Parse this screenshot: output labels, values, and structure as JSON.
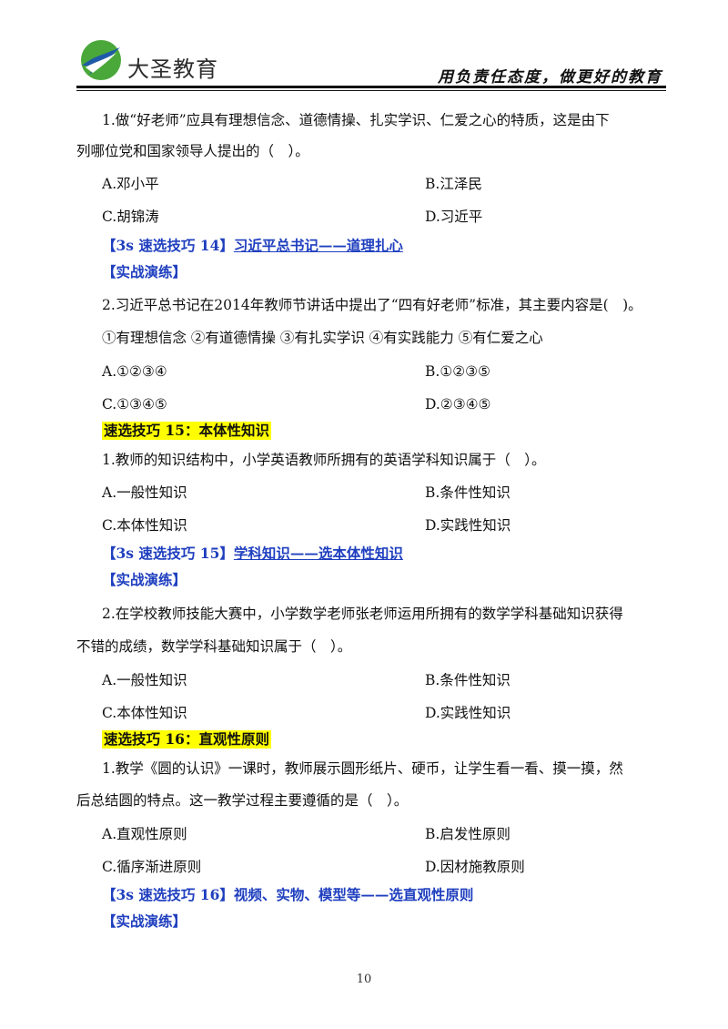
{
  "header": {
    "brand": "大圣教育",
    "slogan": "用负责任态度，做更好的教育",
    "colors": {
      "logo_green": "#4aa83a",
      "logo_blue": "#1f5aa8",
      "link_blue": "#1f3fbf",
      "highlight": "#ffff00"
    }
  },
  "lines": {
    "l01": "1.做“好老师”应具有理想信念、道德情操、扎实学识、仁爱之心的特质，这是由下",
    "l02": "列哪位党和国家领导人提出的（　）。",
    "l03a": "A.邓小平",
    "l03b": "B.江泽民",
    "l04a": "C.胡锦涛",
    "l04b": "D.习近平",
    "l05_prefix": "【3s 速选技巧 14】",
    "l05_link": "习近平总书记——道理扎心",
    "l06": "【实战演练】",
    "l07": "2.习近平总书记在2014年教师节讲话中提出了“四有好老师”标准，其主要内容是(　)。",
    "l08": "①有理想信念 ②有道德情操 ③有扎实学识 ④有实践能力 ⑤有仁爱之心",
    "l09a": "A.①②③④",
    "l09b": "B.①②③⑤",
    "l10a": "C.①③④⑤",
    "l10b": "D.②③④⑤",
    "l11": "速选技巧 15：本体性知识",
    "l12": "1.教师的知识结构中，小学英语教师所拥有的英语学科知识属于（　）。",
    "l13a": "A.一般性知识",
    "l13b": "B.条件性知识",
    "l14a": "C.本体性知识",
    "l14b": "D.实践性知识",
    "l15_prefix": "【3s 速选技巧 15】",
    "l15_link": "学科知识——选本体性知识",
    "l16": "【实战演练】",
    "l17": "2.在学校教师技能大赛中，小学数学老师张老师运用所拥有的数学学科基础知识获得",
    "l18": "不错的成绩，数学学科基础知识属于（　）。",
    "l19a": "A.一般性知识",
    "l19b": "B.条件性知识",
    "l20a": "C.本体性知识",
    "l20b": "D.实践性知识",
    "l21": "速选技巧 16：直观性原则",
    "l22": "1.教学《圆的认识》一课时，教师展示圆形纸片、硬币，让学生看一看、摸一摸，然",
    "l23": "后总结圆的特点。这一教学过程主要遵循的是（　）。",
    "l24a": "A.直观性原则",
    "l24b": "B.启发性原则",
    "l25a": "C.循序渐进原则",
    "l25b": "D.因材施教原则",
    "l26": "【3s 速选技巧 16】视频、实物、模型等——选直观性原则",
    "l27": "【实战演练】"
  },
  "footer": {
    "page_number": "10"
  }
}
